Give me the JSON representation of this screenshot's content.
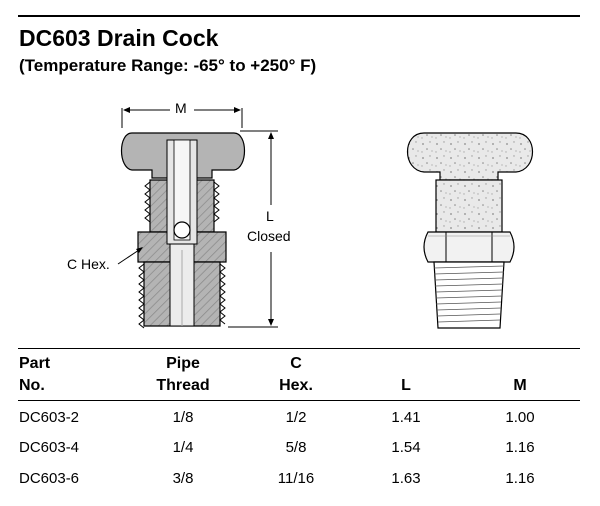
{
  "header": {
    "title": "DC603 Drain Cock",
    "subtitle": "(Temperature Range: -65° to +250° F)"
  },
  "drawing": {
    "label_m": "M",
    "label_l": "L",
    "label_closed": "Closed",
    "label_c_hex": "C Hex."
  },
  "table": {
    "columns": [
      {
        "line1": "Part",
        "line2": "No."
      },
      {
        "line1": "Pipe",
        "line2": "Thread"
      },
      {
        "line1": "C",
        "line2": "Hex."
      },
      {
        "line1": "",
        "line2": "L"
      },
      {
        "line1": "",
        "line2": "M"
      }
    ],
    "rows": [
      [
        "DC603-2",
        "1/8",
        "1/2",
        "1.41",
        "1.00"
      ],
      [
        "DC603-4",
        "1/4",
        "5/8",
        "1.54",
        "1.16"
      ],
      [
        "DC603-6",
        "3/8",
        "11/16",
        "1.63",
        "1.16"
      ]
    ]
  }
}
